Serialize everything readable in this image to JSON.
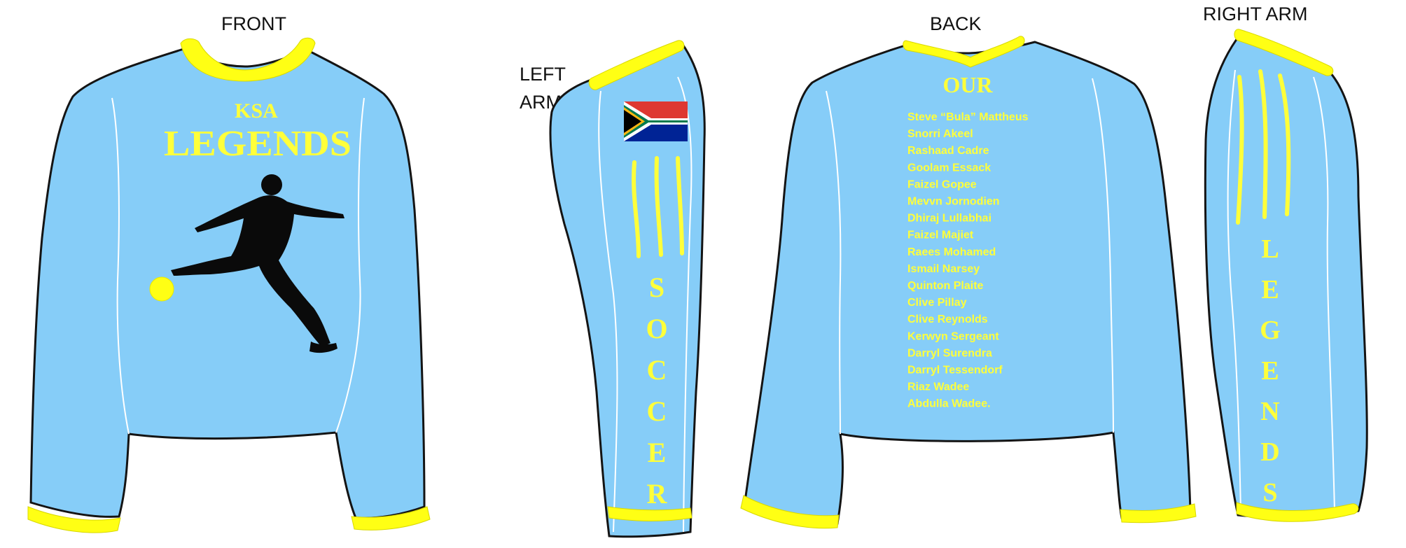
{
  "views": {
    "front": "FRONT",
    "left_arm": [
      "LEFT",
      "ARM"
    ],
    "back": "BACK",
    "right_arm": "RIGHT ARM"
  },
  "front": {
    "team_small": "KSA",
    "team_large": "LEGENDS"
  },
  "left_sleeve": {
    "word": "SOCCER"
  },
  "back": {
    "heading": "OUR",
    "names": [
      "Steve “Bula” Mattheus",
      "Snorri Akeel",
      "Rashaad Cadre",
      "Goolam Essack",
      "Faizel Gopee",
      "Mevvn Jornodien",
      "Dhiraj Lullabhai",
      "Faizel Majiet",
      "Raees Mohamed",
      "Ismail Narsey",
      "Quinton Plaite",
      "Clive Pillay",
      "Clive Reynolds",
      "Kerwyn Sergeant",
      "Darryl Surendra",
      "Darryl Tessendorf",
      "Riaz Wadee",
      "Abdulla Wadee."
    ]
  },
  "right_sleeve": {
    "word": "LEGENDS"
  },
  "colors": {
    "shirt": "#86cdf8",
    "trim": "#ffff14",
    "print": "#ffff3a",
    "outline": "#141414",
    "silhouette": "#0a0a0a"
  },
  "icons": {
    "player": "soccer-player-silhouette-icon",
    "flag": "south-africa-flag-icon"
  }
}
